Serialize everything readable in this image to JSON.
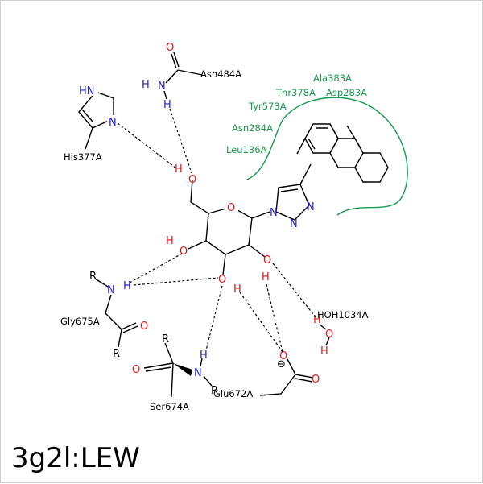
{
  "title": "3g2l:LEW",
  "residues": {
    "ala383": "Ala383A",
    "thr378": "Thr378A",
    "asp283": "Asp283A",
    "tyr573": "Tyr573A",
    "asn284": "Asn284A",
    "leu136": "Leu136A",
    "asn484": "Asn484A",
    "his377": "His377A",
    "gly675": "Gly675A",
    "ser674": "Ser674A",
    "glu672": "Glu672A",
    "hoh1034": "HOH1034A"
  },
  "atoms": {
    "O": "O",
    "N": "N",
    "H": "H",
    "HN": "HN",
    "R": "R",
    "minus": "⊖"
  },
  "colors": {
    "oxygen": "#e01818",
    "nitrogen": "#1f1fc8",
    "hydrophobic": "#1a9a4e"
  }
}
